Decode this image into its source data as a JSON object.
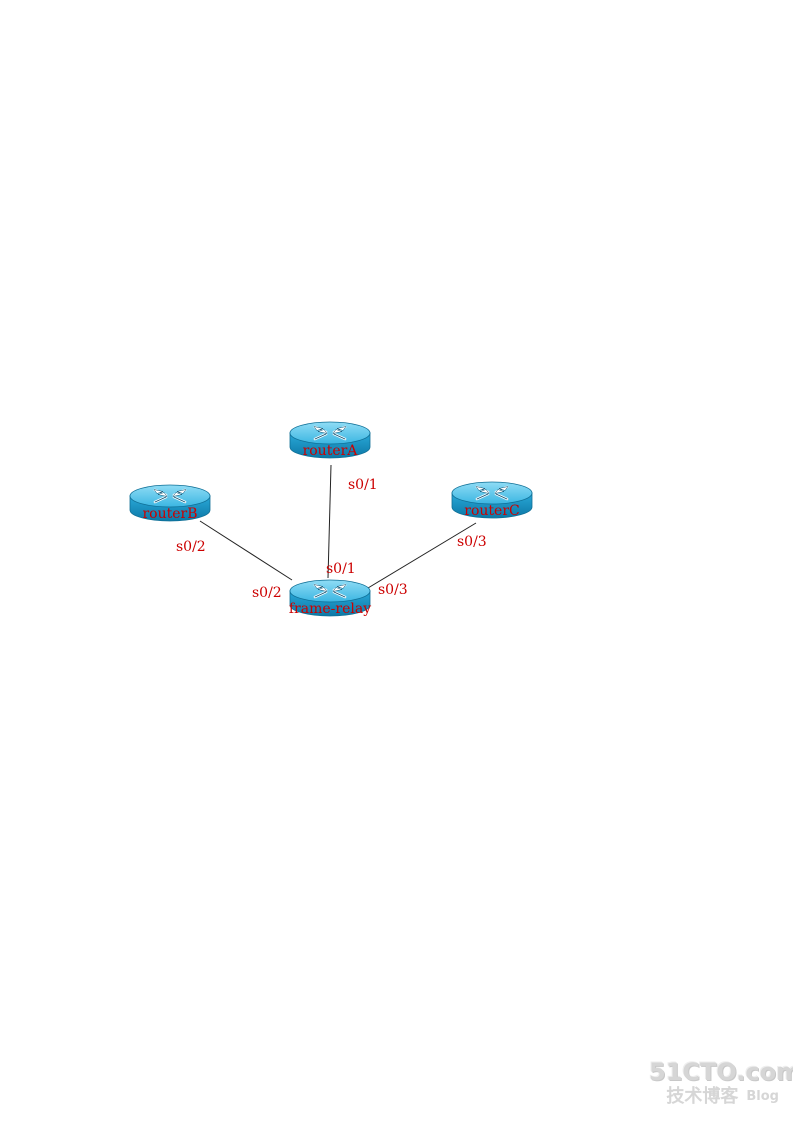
{
  "diagram": {
    "routers": [
      {
        "id": "routerA",
        "label": "routerA"
      },
      {
        "id": "routerB",
        "label": "routerB"
      },
      {
        "id": "routerC",
        "label": "routerC"
      },
      {
        "id": "frame-relay",
        "label": "frame-relay"
      }
    ],
    "links": [
      {
        "from": "routerA",
        "to": "frame-relay",
        "from_port": "s0/1",
        "to_port": "s0/1"
      },
      {
        "from": "routerB",
        "to": "frame-relay",
        "from_port": "s0/2",
        "to_port": "s0/2"
      },
      {
        "from": "routerC",
        "to": "frame-relay",
        "from_port": "s0/3",
        "to_port": "s0/3"
      }
    ],
    "colors": {
      "router_body": "#1c9fd0",
      "router_top": "#6fd0ef",
      "router_side": "#0f6f96",
      "label": "#cc0000",
      "link": "#222222"
    },
    "icon": "router-icon"
  },
  "watermark": {
    "brand": "51CTO.com",
    "subtitle": "技术博客",
    "blog": "Blog"
  }
}
